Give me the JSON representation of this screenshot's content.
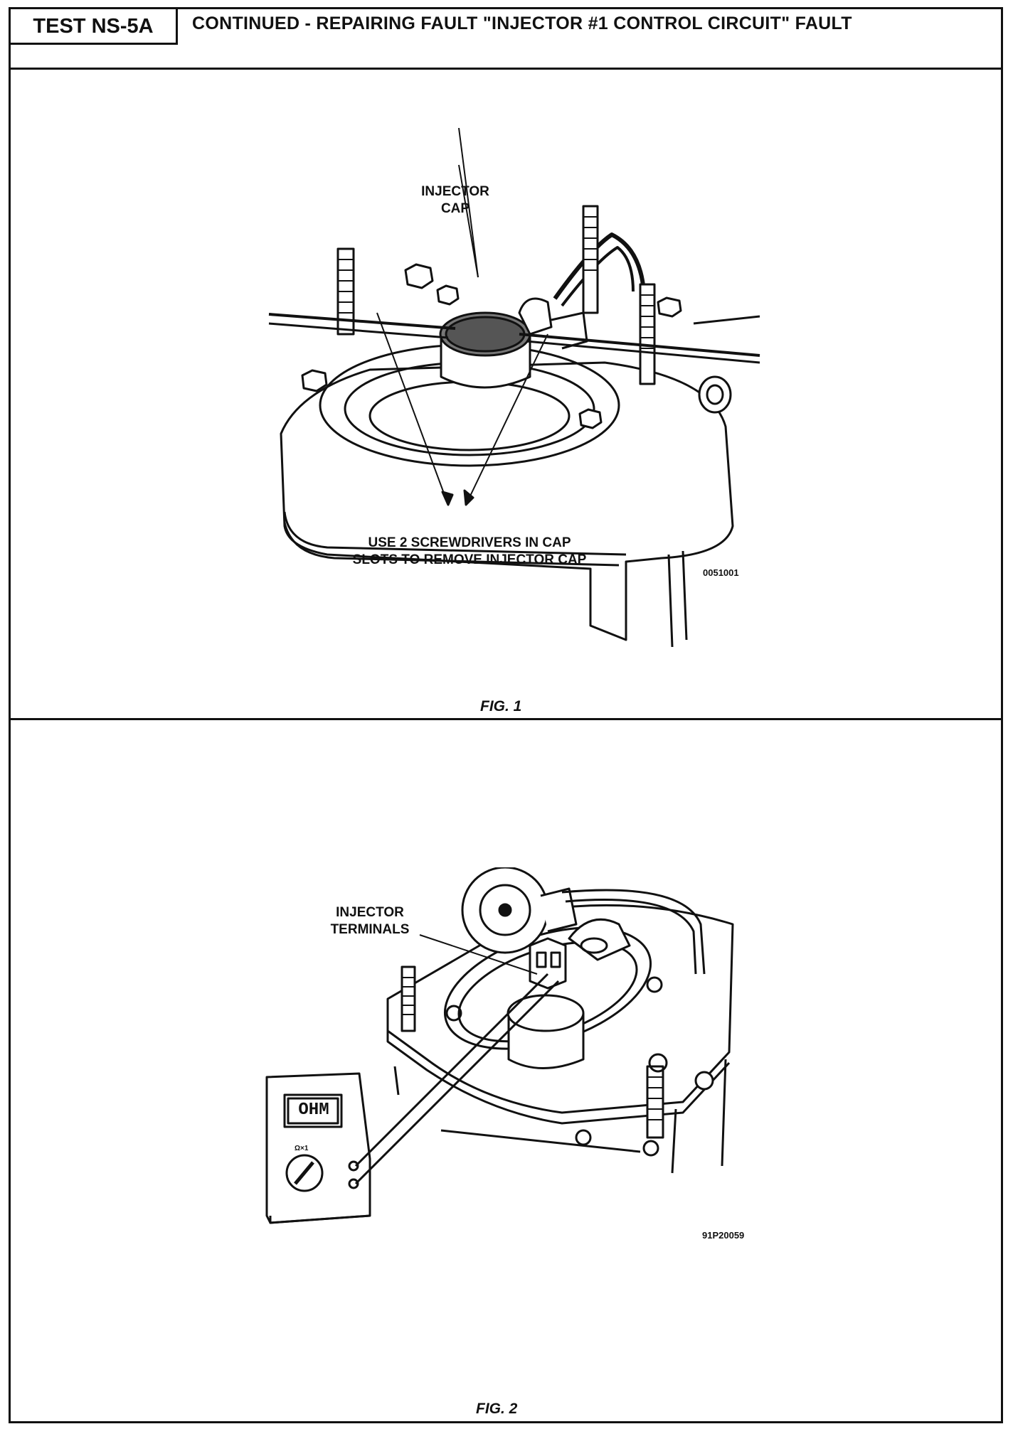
{
  "header": {
    "test_id": "TEST NS-5A",
    "title": "CONTINUED - REPAIRING FAULT \"INJECTOR #1 CONTROL CIRCUIT\" FAULT"
  },
  "figure1": {
    "label_top_line1": "INJECTOR",
    "label_top_line2": "CAP",
    "label_bottom_line1": "USE 2 SCREWDRIVERS IN CAP",
    "label_bottom_line2": "SLOTS TO REMOVE INJECTOR CAP",
    "code": "0051001",
    "caption": "FIG. 1"
  },
  "figure2": {
    "label_line1": "INJECTOR",
    "label_line2": "TERMINALS",
    "meter_display": "OHM",
    "meter_range": "Ω×1",
    "code": "91P20059",
    "caption": "FIG. 2"
  }
}
